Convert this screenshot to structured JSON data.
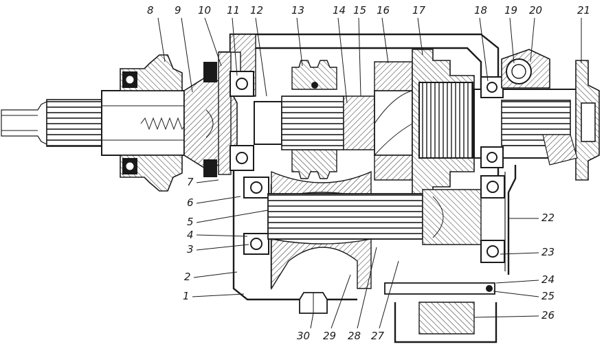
{
  "callouts": {
    "n1": "1",
    "n2": "2",
    "n3": "3",
    "n4": "4",
    "n5": "5",
    "n6": "6",
    "n7": "7",
    "n8": "8",
    "n9": "9",
    "n10": "10",
    "n11": "11",
    "n12": "12",
    "n13": "13",
    "n14": "14",
    "n15": "15",
    "n16": "16",
    "n17": "17",
    "n18": "18",
    "n19": "19",
    "n20": "20",
    "n21": "21",
    "n22": "22",
    "n23": "23",
    "n24": "24",
    "n25": "25",
    "n26": "26",
    "n27": "27",
    "n28": "28",
    "n29": "29",
    "n30": "30"
  }
}
